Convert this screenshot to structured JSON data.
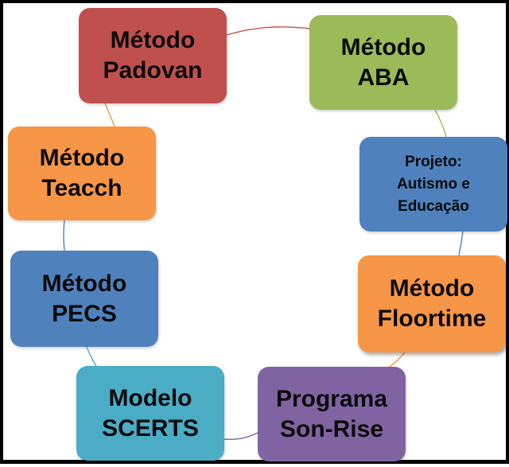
{
  "nodes": [
    {
      "id": "padovan",
      "lines": [
        "Método",
        "Padovan"
      ],
      "color": "#c0504d"
    },
    {
      "id": "aba",
      "lines": [
        "Método",
        "ABA"
      ],
      "color": "#9bbb59"
    },
    {
      "id": "projeto",
      "lines": [
        "Projeto:",
        "Autismo e",
        "Educação"
      ],
      "color": "#4f81bd"
    },
    {
      "id": "floortime",
      "lines": [
        "Método",
        "Floortime"
      ],
      "color": "#f79646"
    },
    {
      "id": "sonrise",
      "lines": [
        "Programa",
        "Son-Rise"
      ],
      "color": "#8064a2"
    },
    {
      "id": "scerts",
      "lines": [
        "Modelo",
        "SCERTS"
      ],
      "color": "#4bacc6"
    },
    {
      "id": "pecs",
      "lines": [
        "Método",
        "PECS"
      ],
      "color": "#4f81bd"
    },
    {
      "id": "teacch",
      "lines": [
        "Método",
        "Teacch"
      ],
      "color": "#f79646"
    }
  ]
}
